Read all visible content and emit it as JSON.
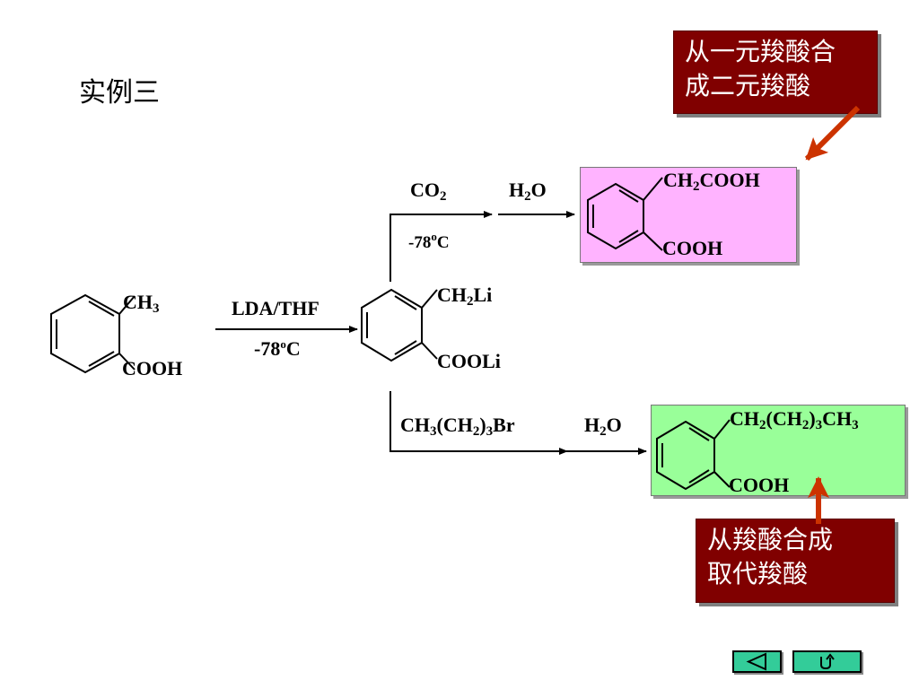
{
  "title": "实例三",
  "callouts": {
    "top_line1": "从一元羧酸合",
    "top_line2": "成二元羧酸",
    "bottom_line1": "从羧酸合成",
    "bottom_line2": "取代羧酸"
  },
  "start": {
    "sub_top": "CH",
    "sub_top_n": "3",
    "sub_bottom": "COOH"
  },
  "step1": {
    "reagent": "LDA/THF",
    "temp": "-78",
    "temp_o": "o",
    "temp_unit": "C"
  },
  "intermediate": {
    "top": "CH",
    "top_n": "2",
    "top_end": "Li",
    "bottom": "COOLi"
  },
  "upper": {
    "reagent1": "CO",
    "reagent1_n": "2",
    "reagent2": "H",
    "reagent2_n": "2",
    "reagent2_end": "O",
    "temp": "-78",
    "temp_o": "o",
    "temp_unit": "C",
    "product_top": "CH",
    "product_top_n": "2",
    "product_top_end": "COOH",
    "product_bottom": "COOH"
  },
  "lower": {
    "reagent1_a": "CH",
    "reagent1_n1": "3",
    "reagent1_b": "(CH",
    "reagent1_n2": "2",
    "reagent1_c": ")",
    "reagent1_n3": "3",
    "reagent1_d": "Br",
    "reagent2": "H",
    "reagent2_n": "2",
    "reagent2_end": "O",
    "product_top_a": "CH",
    "product_top_n1": "2",
    "product_top_b": "(CH",
    "product_top_n2": "2",
    "product_top_c": ")",
    "product_top_n3": "3",
    "product_top_d": "CH",
    "product_top_n4": "3",
    "product_bottom": "COOH"
  },
  "colors": {
    "callout": "#800000",
    "arrow": "#cc3300",
    "pink_box": "#ffb3ff",
    "green_box": "#99ff99",
    "nav": "#33cc99"
  },
  "nav": {
    "prev_icon": "triangle-left-icon",
    "return_icon": "return-icon"
  }
}
